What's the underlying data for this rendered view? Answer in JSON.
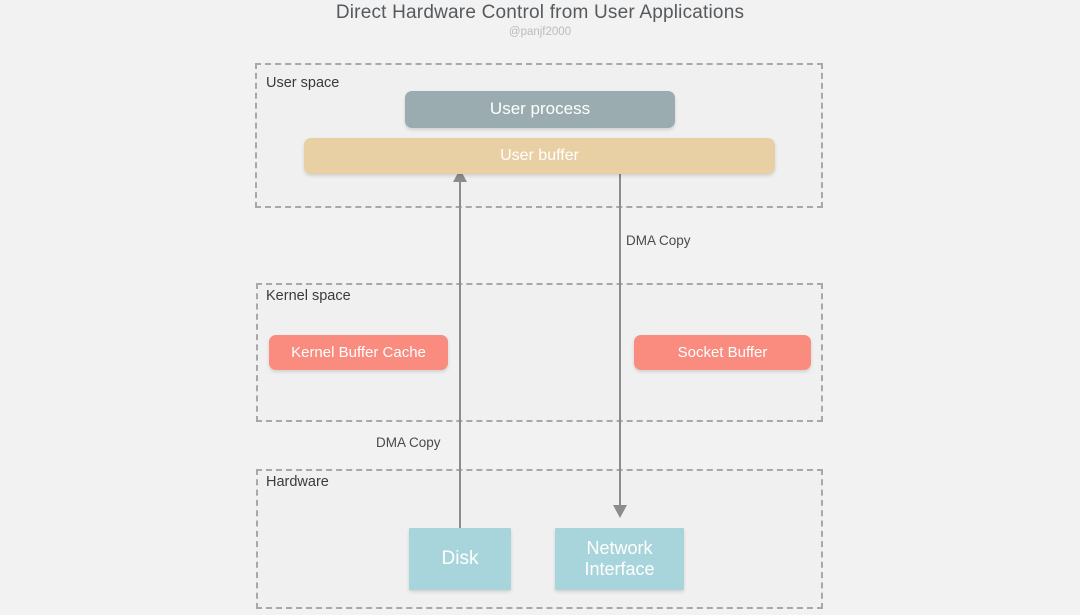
{
  "header": {
    "title": "Direct Hardware Control from User Applications",
    "subtitle": "@panjf2000"
  },
  "colors": {
    "background": "#f2f2f2",
    "layer_fill": "#f0f0f0",
    "layer_border": "#a8a8a8",
    "user_process": "#9aacb0",
    "user_buffer": "#e9cfa4",
    "kernel_buffer": "#f98b7f",
    "hardware_node": "#a8d5db",
    "connector": "#8c8c8c",
    "title_text": "#555a5e",
    "subtitle_text": "#b9bcbf",
    "label_text": "#3b3b3b"
  },
  "layers": [
    {
      "id": "user-space",
      "label": "User space",
      "nodes": [
        {
          "id": "user-process",
          "label": "User process"
        },
        {
          "id": "user-buffer",
          "label": "User buffer"
        }
      ]
    },
    {
      "id": "kernel-space",
      "label": "Kernel space",
      "nodes": [
        {
          "id": "kernel-buffer-cache",
          "label": "Kernel Buffer Cache"
        },
        {
          "id": "socket-buffer",
          "label": "Socket Buffer"
        }
      ]
    },
    {
      "id": "hardware",
      "label": "Hardware",
      "nodes": [
        {
          "id": "disk",
          "label": "Disk"
        },
        {
          "id": "network-interface",
          "label": "Network\nInterface"
        }
      ]
    }
  ],
  "edges": [
    {
      "id": "disk-to-user-buffer",
      "label": "DMA Copy",
      "from": "disk",
      "to": "user-buffer",
      "direction": "up"
    },
    {
      "id": "user-buffer-to-network-interface",
      "label": "DMA Copy",
      "from": "user-buffer",
      "to": "network-interface",
      "direction": "down"
    }
  ]
}
